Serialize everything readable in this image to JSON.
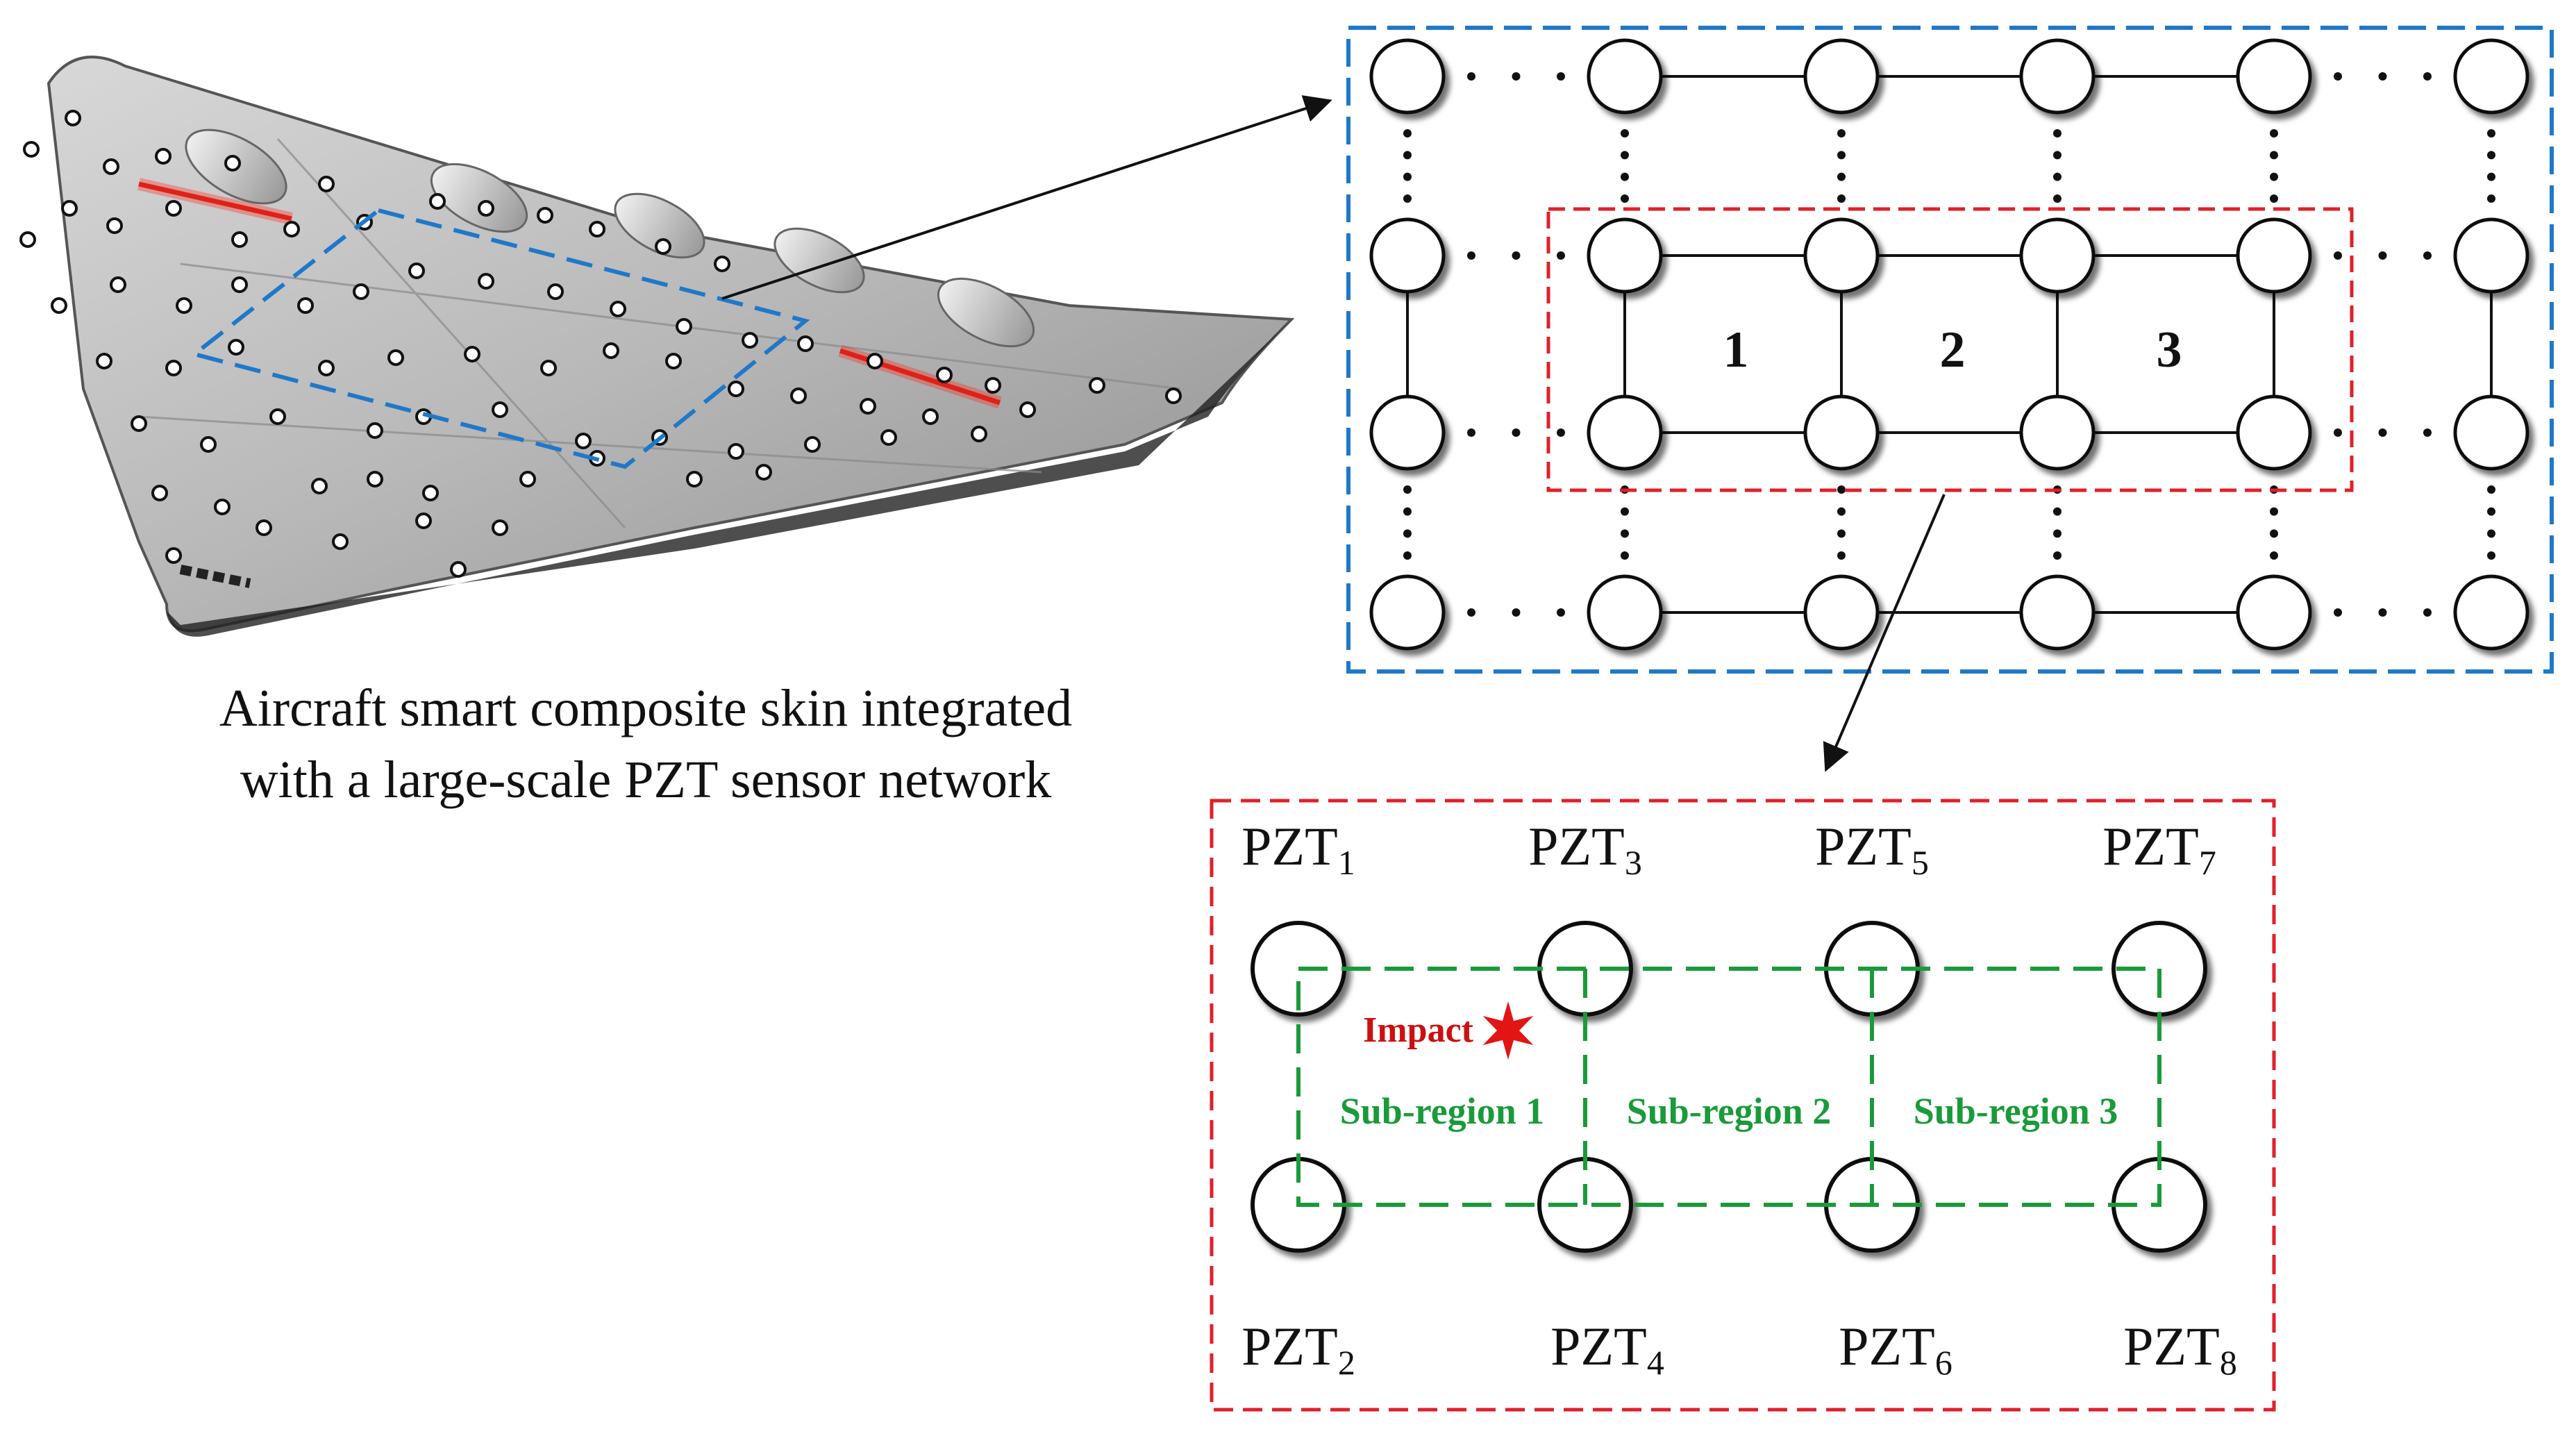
{
  "figure": {
    "caption_line1": "Aircraft smart composite skin integrated",
    "caption_line2": "with a large-scale PZT sensor network",
    "network_region_labels": [
      "1",
      "2",
      "3"
    ],
    "pzt_labels": [
      {
        "base": "PZT",
        "sub": "1"
      },
      {
        "base": "PZT",
        "sub": "3"
      },
      {
        "base": "PZT",
        "sub": "5"
      },
      {
        "base": "PZT",
        "sub": "7"
      },
      {
        "base": "PZT",
        "sub": "2"
      },
      {
        "base": "PZT",
        "sub": "4"
      },
      {
        "base": "PZT",
        "sub": "6"
      },
      {
        "base": "PZT",
        "sub": "8"
      }
    ],
    "impact_label": "Impact",
    "subregion_labels": [
      "Sub-region 1",
      "Sub-region 2",
      "Sub-region 3"
    ],
    "ellipsis": "· · ·"
  },
  "colors": {
    "network_frame": "#1f78c8",
    "zoom_frame": "#e0202a",
    "subregion": "#1a9a3a",
    "impact": "#cc1010",
    "wing": "#b9b9b9"
  }
}
